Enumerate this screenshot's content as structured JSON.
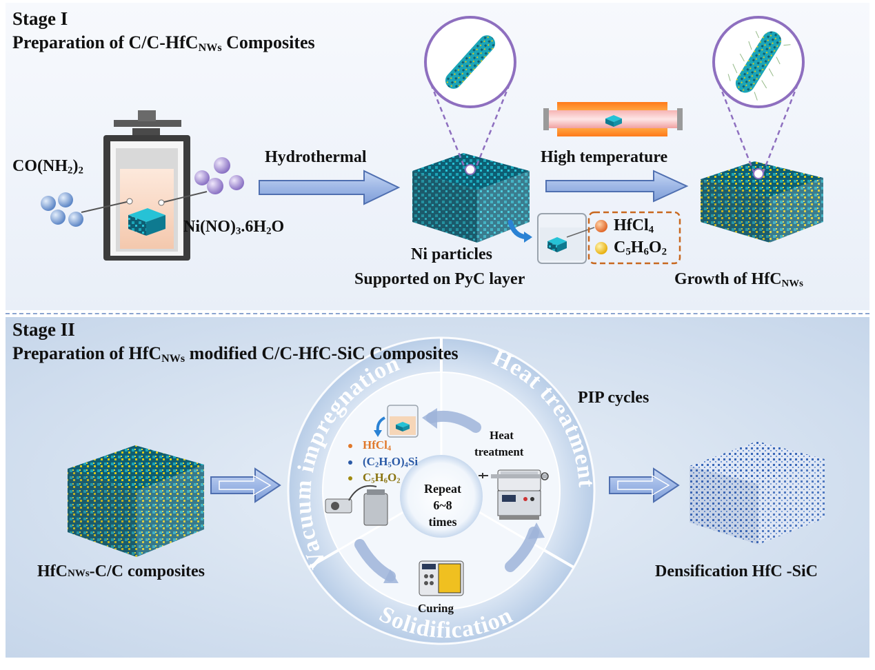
{
  "stage1": {
    "label": "Stage I",
    "title_prefix": "Preparation of C/C-HfC",
    "title_sub": "NWs",
    "title_suffix": " Composites",
    "urea_main": "CO(NH",
    "urea_sub": "2",
    "urea_end": ")",
    "urea_sub2": "2",
    "nitrate_a": "Ni(NO)",
    "nitrate_sub1": "3",
    "nitrate_b": ".6H",
    "nitrate_sub2": "2",
    "nitrate_c": "O",
    "hydrothermal": "Hydrothermal",
    "high_temp": "High temperature",
    "ni_particles": "Ni particles",
    "supported": "Supported on PyC layer",
    "hfcl_main": "HfCl",
    "hfcl_sub": "4",
    "furfural_c": "C",
    "furfural_s1": "5",
    "furfural_h": "H",
    "furfural_s2": "6",
    "furfural_o": "O",
    "furfural_s3": "2",
    "growth_prefix": "Growth of HfC",
    "growth_sub": "NWs"
  },
  "stage2": {
    "label": "Stage II",
    "title_prefix": "Preparation of HfC",
    "title_sub": "NWs",
    "title_suffix": " modified C/C-HfC-SiC Composites",
    "pip": "PIP cycles",
    "vacuum": "Vacuum impregnation",
    "heat": "Heat treatment",
    "solid": "Solidification",
    "heat_small_1": "Heat",
    "heat_small_2": "treatment",
    "curing": "Curing",
    "repeat_1": "Repeat",
    "repeat_2": "6~8",
    "repeat_3": "times",
    "bullet1_main": "HfCl",
    "bullet1_sub": "4",
    "b2_a": "(C",
    "b2_s1": "2",
    "b2_b": "H",
    "b2_s2": "5",
    "b2_c": "O)",
    "b2_s3": "4",
    "b2_d": "Si",
    "b3_c": "C",
    "b3_s1": "5",
    "b3_h": "H",
    "b3_s2": "6",
    "b3_o": "O",
    "b3_s3": "2",
    "left_prefix": "HfC",
    "left_sub": "NWs",
    "left_suffix": "-C/C composites",
    "right": "Densification HfC -SiC"
  },
  "colors": {
    "arrow_fill": "#9fb8e6",
    "arrow_stroke": "#4f6fb0",
    "cube_teal": "#1ba5b8",
    "cube_dark": "#0e5e73",
    "nanowire_yellow": "#d8c81a",
    "ring_lilac": "#8e6fbf",
    "hfcl_orange": "#e0782a",
    "furfural_yellow": "#f0c010",
    "dashed_box": "#c8671e",
    "blue_cube": "#3a68b8"
  }
}
